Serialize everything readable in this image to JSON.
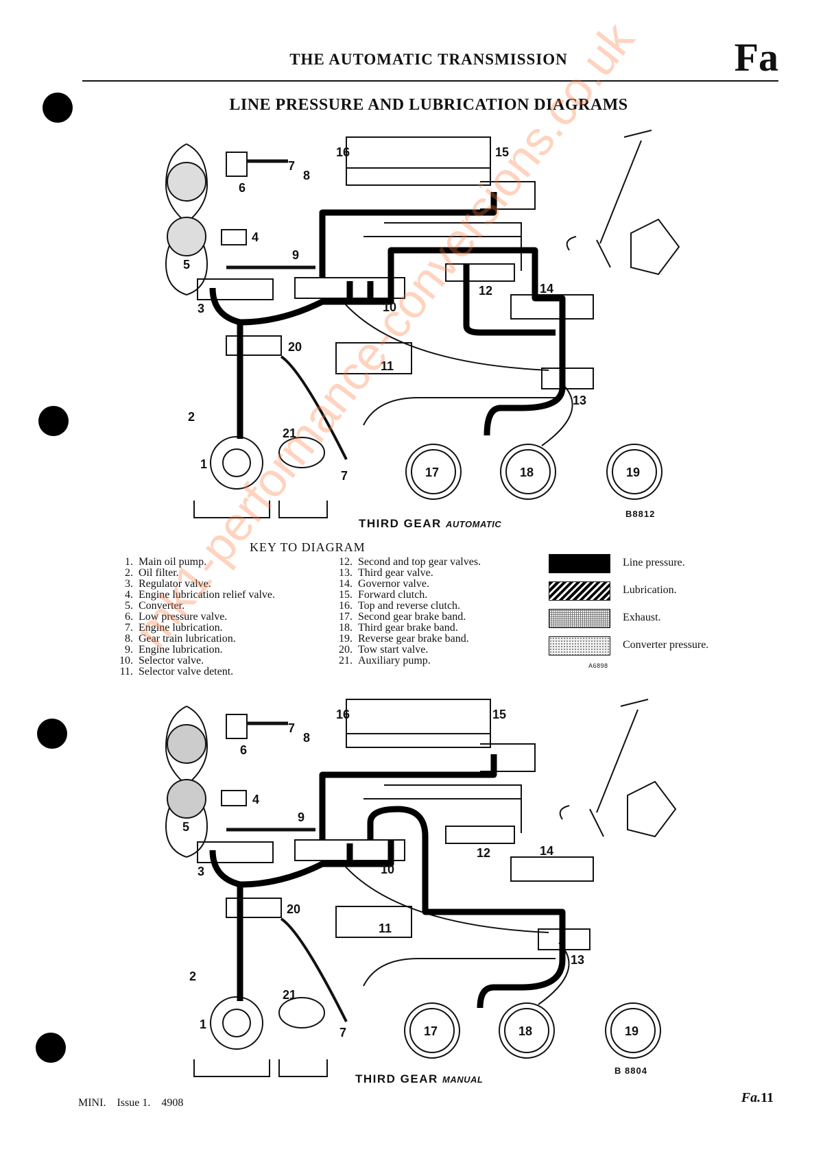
{
  "header": {
    "title": "THE AUTOMATIC TRANSMISSION",
    "section_code": "Fa"
  },
  "page_title": "LINE PRESSURE AND LUBRICATION DIAGRAMS",
  "diagram_top": {
    "labels": [
      "16",
      "15",
      "7",
      "8",
      "6",
      "4",
      "5",
      "9",
      "3",
      "12",
      "14",
      "10",
      "20",
      "11",
      "13",
      "2",
      "21",
      "1",
      "17",
      "18",
      "19",
      "7"
    ],
    "caption_main": "THIRD GEAR",
    "caption_sub": "AUTOMATIC",
    "ref": "B8812"
  },
  "key": {
    "title": "KEY TO DIAGRAM",
    "items_left": [
      {
        "num": "1.",
        "text": "Main oil pump."
      },
      {
        "num": "2.",
        "text": "Oil filter."
      },
      {
        "num": "3.",
        "text": "Regulator valve."
      },
      {
        "num": "4.",
        "text": "Engine lubrication relief valve."
      },
      {
        "num": "5.",
        "text": "Converter."
      },
      {
        "num": "6.",
        "text": "Low pressure valve."
      },
      {
        "num": "7.",
        "text": "Engine lubrication."
      },
      {
        "num": "8.",
        "text": "Gear train lubrication."
      },
      {
        "num": "9.",
        "text": "Engine lubrication."
      },
      {
        "num": "10.",
        "text": "Selector valve."
      },
      {
        "num": "11.",
        "text": "Selector valve detent."
      }
    ],
    "items_right": [
      {
        "num": "12.",
        "text": "Second and top gear valves."
      },
      {
        "num": "13.",
        "text": "Third gear valve."
      },
      {
        "num": "14.",
        "text": "Governor valve."
      },
      {
        "num": "15.",
        "text": "Forward clutch."
      },
      {
        "num": "16.",
        "text": "Top and reverse clutch."
      },
      {
        "num": "17.",
        "text": "Second gear brake band."
      },
      {
        "num": "18.",
        "text": "Third gear brake band."
      },
      {
        "num": "19.",
        "text": "Reverse gear brake band."
      },
      {
        "num": "20.",
        "text": "Tow start valve."
      },
      {
        "num": "21.",
        "text": "Auxiliary pump."
      }
    ]
  },
  "legend": {
    "items": [
      {
        "label": "Line pressure.",
        "pattern": "solid-black"
      },
      {
        "label": "Lubrication.",
        "pattern": "diagonal-hatch"
      },
      {
        "label": "Exhaust.",
        "pattern": "fine-grid"
      },
      {
        "label": "Converter pressure.",
        "pattern": "stipple"
      }
    ],
    "ref": "A6898"
  },
  "diagram_bottom": {
    "labels": [
      "16",
      "15",
      "7",
      "8",
      "6",
      "4",
      "5",
      "9",
      "3",
      "12",
      "14",
      "10",
      "20",
      "11",
      "13",
      "2",
      "21",
      "1",
      "17",
      "18",
      "19",
      "7"
    ],
    "caption_main": "THIRD GEAR",
    "caption_sub": "MANUAL",
    "ref": "B 8804"
  },
  "footer": {
    "model": "MINI.",
    "issue": "Issue 1.",
    "number": "4908",
    "page_prefix": "Fa.",
    "page_number": "11"
  },
  "watermark": {
    "text": "mk1-performance-conversions.co.uk",
    "color": "#ff7a3c"
  },
  "colors": {
    "ink": "#111111",
    "line_pressure": "#000000",
    "paper": "#ffffff"
  }
}
